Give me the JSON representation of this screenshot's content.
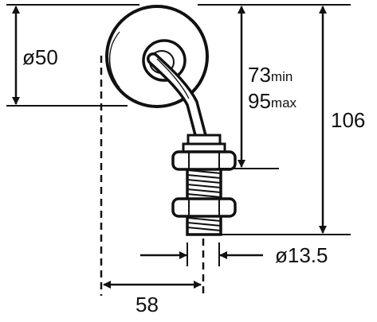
{
  "dimensions": {
    "mirror_diameter": "ø50",
    "arm_length_min_value": "73",
    "arm_length_min_unit": "min",
    "arm_length_max_value": "95",
    "arm_length_max_unit": "max",
    "total_height": "106",
    "stem_diameter": "ø13.5",
    "offset_width": "58"
  }
}
